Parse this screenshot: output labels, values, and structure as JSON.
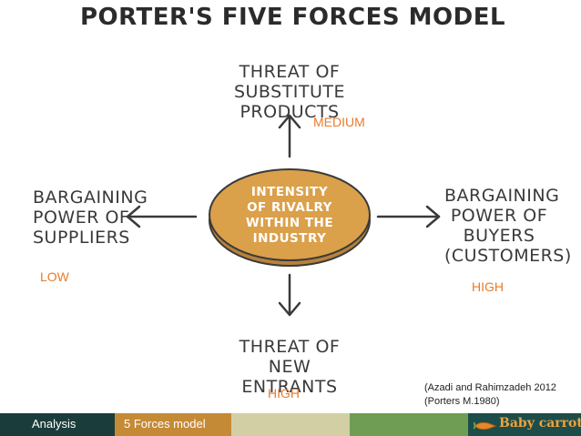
{
  "title": "PORTER'S FIVE FORCES MODEL",
  "center": {
    "lines": [
      "INTENSITY",
      "OF RIVALRY",
      "WITHIN THE",
      "INDUSTRY"
    ]
  },
  "top_force": {
    "lines": [
      "THREAT OF",
      "SUBSTITUTE PRODUCTS"
    ],
    "rating": "MEDIUM"
  },
  "left_force": {
    "lines": [
      "BARGAINING",
      "POWER OF",
      "SUPPLIERS"
    ],
    "rating": "LOW"
  },
  "right_force": {
    "lines": [
      "BARGAINING",
      "POWER OF",
      "BUYERS",
      "(CUSTOMERS)"
    ],
    "rating": "HIGH"
  },
  "bottom_force": {
    "lines": [
      "THREAT OF",
      "NEW ENTRANTS"
    ],
    "rating": "HIGH"
  },
  "citation": {
    "line1": "(Azadi and Rahimzadeh 2012",
    "line2": "(Porters M.1980)"
  },
  "footer": {
    "section": "Analysis",
    "topic": "5 Forces model",
    "logo_text": "Baby carrots",
    "colors": {
      "dark": "#1a3d3b",
      "orange": "#c58a36",
      "sand": "#d3cfa5",
      "green": "#6f9d54",
      "teal": "#1d4d4a"
    }
  },
  "colors": {
    "accent": "#e87b2a",
    "disc": "#dba04a",
    "ink": "#3a3a3a"
  }
}
